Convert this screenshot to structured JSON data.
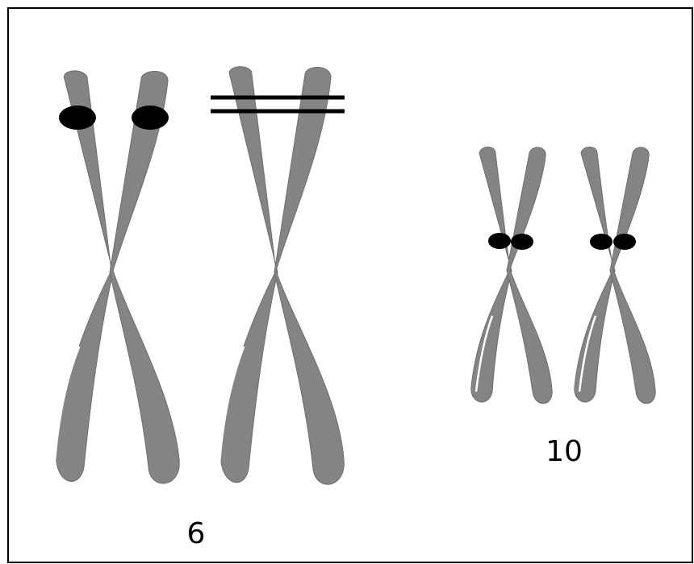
{
  "labels": {
    "pair_6": "6",
    "pair_10": "10"
  },
  "colors": {
    "chromatid": "#848484",
    "chromatid_edge": "#6d6d6d",
    "marker": "#000000",
    "highlight": "#ffffff",
    "frame": "#000000"
  },
  "markers": {
    "pair_6_left": "dot",
    "pair_6_right": "double-bar",
    "pair_10_left": "dot",
    "pair_10_right": "dot"
  }
}
